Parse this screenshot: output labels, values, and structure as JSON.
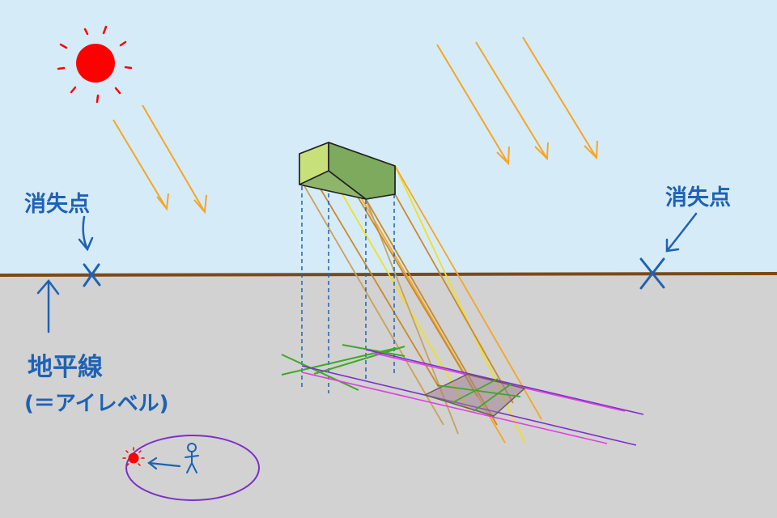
{
  "labels": {
    "vanishing_point_left": "消失点",
    "vanishing_point_right": "消失点",
    "horizon_title": "地平線",
    "horizon_subtitle": "(＝アイレベル)"
  },
  "colors": {
    "sky": "#d6ebf8",
    "ground": "#d2d2d2",
    "horizon": "#7b4a17",
    "sun": "#ff0000",
    "ray": "#f5a623",
    "annotation": "#1e62b4",
    "box_fill": "#8fb56a",
    "box_top": "#c8e07a",
    "shadow_fill": "#a07f8f",
    "outline_purple": "#7b2fc9",
    "outline_magenta": "#e040e0",
    "green_guide": "#3fa82a",
    "yellow_guide": "#f0e020",
    "tan_guide": "#c9a15a"
  },
  "icons": [
    "sun-icon",
    "stick-figure-icon",
    "small-sun-icon",
    "x-mark-icon",
    "arrow-icon"
  ]
}
